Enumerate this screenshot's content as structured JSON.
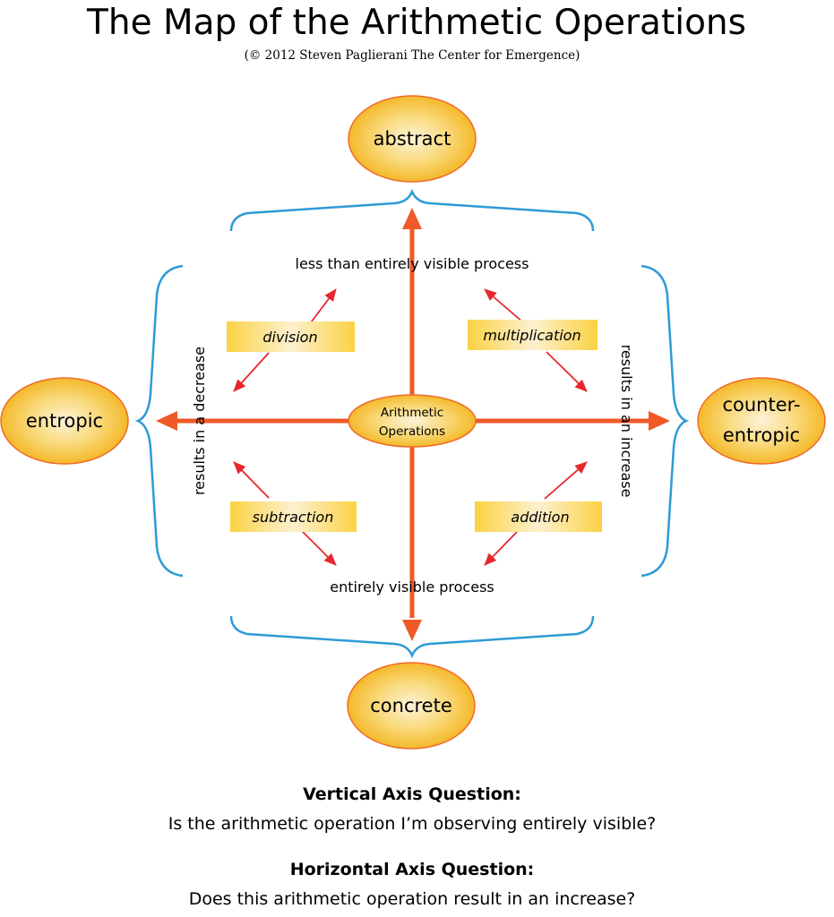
{
  "title": "The Map of the Arithmetic Operations",
  "subtitle": "(© 2012 Steven Paglierani   The Center for Emergence)",
  "poles": {
    "top": "abstract",
    "bottom": "concrete",
    "left": "entropic",
    "right_line1": "counter-",
    "right_line2": "entropic"
  },
  "center": {
    "line1": "Arithmetic",
    "line2": "Operations"
  },
  "axis_labels": {
    "top": "less than entirely visible process",
    "bottom": "entirely visible process",
    "left": "results in a decrease",
    "right": "results in an increase"
  },
  "operations": {
    "top_left": "division",
    "top_right": "multiplication",
    "bottom_left": "subtraction",
    "bottom_right": "addition"
  },
  "questions": {
    "vertical_heading": "Vertical Axis Question:",
    "vertical_text": "Is the arithmetic operation I’m observing entirely visible?",
    "horizontal_heading": "Horizontal Axis Question:",
    "horizontal_text": "Does this arithmetic operation result in an increase?"
  },
  "colors": {
    "axis": "#ef5a28",
    "diag_arrow": "#e8262d",
    "brace": "#2e9bd6",
    "oval_border": "#ef6a2a",
    "oval_fill": "#f7c842",
    "label_fill": "#fbd243"
  }
}
